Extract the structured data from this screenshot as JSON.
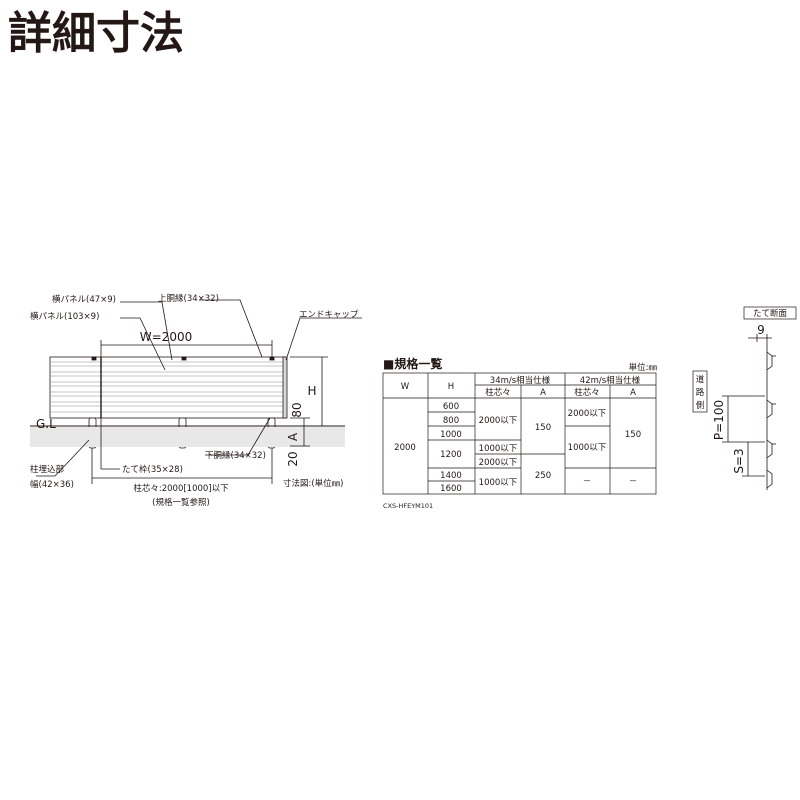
{
  "title": "詳細寸法",
  "elevation": {
    "labels": {
      "yoko_panel_small": "横パネル(47×9)",
      "yoko_panel_large": "横パネル(103×9)",
      "upper_edge": "上胴縁(34×32)",
      "end_cap": "エンドキャップ",
      "width": "W=2000",
      "ground": "G.L",
      "lower_edge": "下胴縁(34×32)",
      "post_embed": "柱埋込部",
      "post_width": "幅(42×36)",
      "vertical_frame": "たて枠(35×28)",
      "post_pitch": "柱芯々:2000[1000]以下",
      "post_pitch_note": "(規格一覧参照)",
      "height": "H",
      "gap_80": "80",
      "gap_20": "20",
      "a": "A",
      "unit_note": "寸法図:(単位㎜)"
    }
  },
  "spec_table": {
    "title": "■規格一覧",
    "unit": "単位:㎜",
    "code": "CXS-HFEYM101",
    "headers": {
      "w": "W",
      "h": "H",
      "wind34": "34m/s相当仕様",
      "wind42": "42m/s相当仕様",
      "pitch": "柱芯々",
      "a": "A"
    },
    "w_value": "2000",
    "h_values": [
      "600",
      "800",
      "1000",
      "1200",
      "1400",
      "1600"
    ],
    "cells": {
      "p34_a": "2000以下",
      "p34_b": "1000以下",
      "p34_c": "2000以下",
      "p34_d": "1000以下",
      "a34_a": "150",
      "a34_b": "250",
      "p42_a": "2000以下",
      "p42_b": "1000以下",
      "p42_c": "－",
      "a42_a": "150",
      "a42_b": "－"
    }
  },
  "section": {
    "title": "たて断面",
    "top_dim": "9",
    "road_side": [
      "道",
      "路",
      "側"
    ],
    "pitch": "P=100",
    "space": "S=3"
  }
}
